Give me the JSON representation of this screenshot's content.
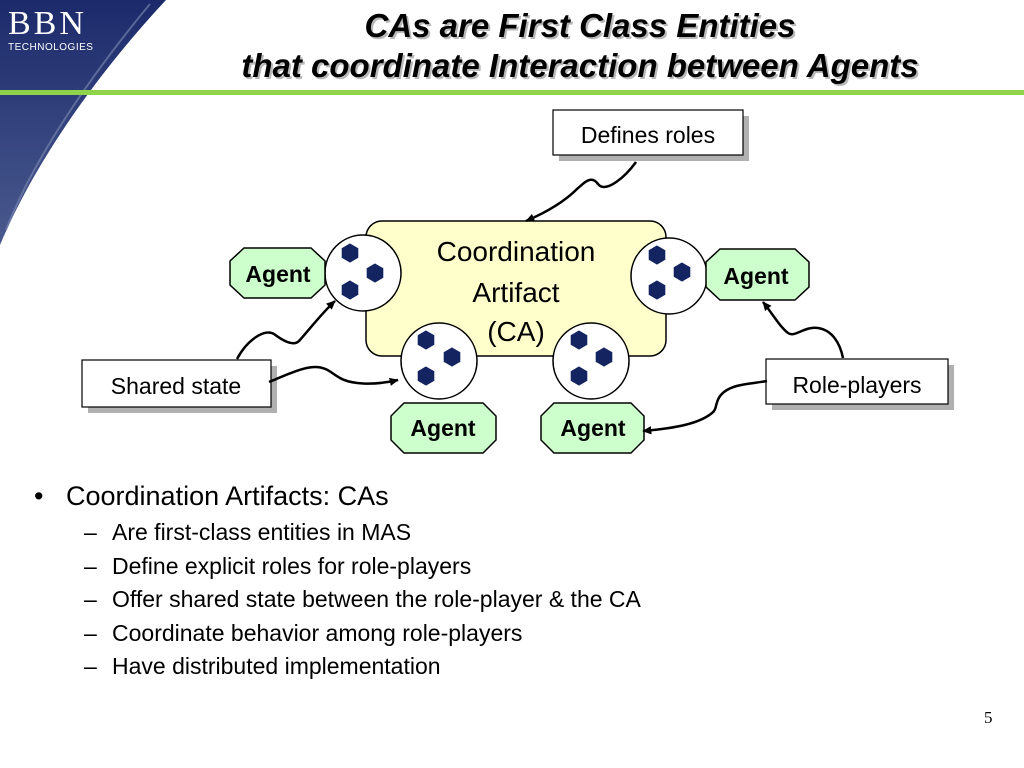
{
  "logo": {
    "main": "BBN",
    "sub": "TECHNOLOGIES"
  },
  "title": {
    "line1": "CAs are First Class Entities",
    "line2": "that coordinate Interaction between Agents"
  },
  "diagram": {
    "center": {
      "line1": "Coordination",
      "line2": "Artifact",
      "line3": "(CA)"
    },
    "agents": [
      "Agent",
      "Agent",
      "Agent",
      "Agent"
    ],
    "callouts": {
      "defines_roles": "Defines roles",
      "shared_state": "Shared state",
      "role_players": "Role-players"
    }
  },
  "bullets": {
    "main": "Coordination Artifacts: CAs",
    "marker": "•",
    "sub_marker": "–",
    "sub": [
      "Are first-class entities in MAS",
      "Define explicit roles for role-players",
      "Offer shared state between the role-player & the CA",
      "Coordinate behavior among role-players",
      "Have distributed implementation"
    ]
  },
  "page_number": "5",
  "colors": {
    "navy": "#1c2a6b",
    "accent_green": "#8fd34a",
    "center_fill": "#ffffcc",
    "agent_fill": "#ccffcc",
    "hexagon": "#142460"
  }
}
